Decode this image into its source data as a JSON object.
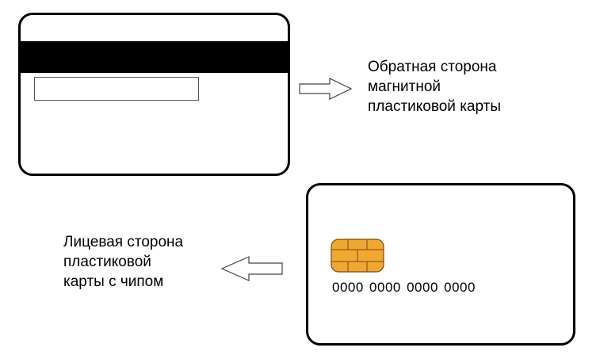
{
  "back_card": {
    "caption": "Обратная сторона\nмагнитной\nпластиковой карты"
  },
  "front_card": {
    "caption": "Лицевая сторона\nпластиковой\nкарты с чипом",
    "card_number": "0000  0000  0000  0000"
  },
  "icons": {
    "chip": "chip-icon",
    "arrow_right": "arrow-right-icon",
    "arrow_left": "arrow-left-icon"
  },
  "colors": {
    "chip_fill": "#f0a830",
    "chip_lines": "#7a4a10",
    "stroke": "#000000"
  }
}
